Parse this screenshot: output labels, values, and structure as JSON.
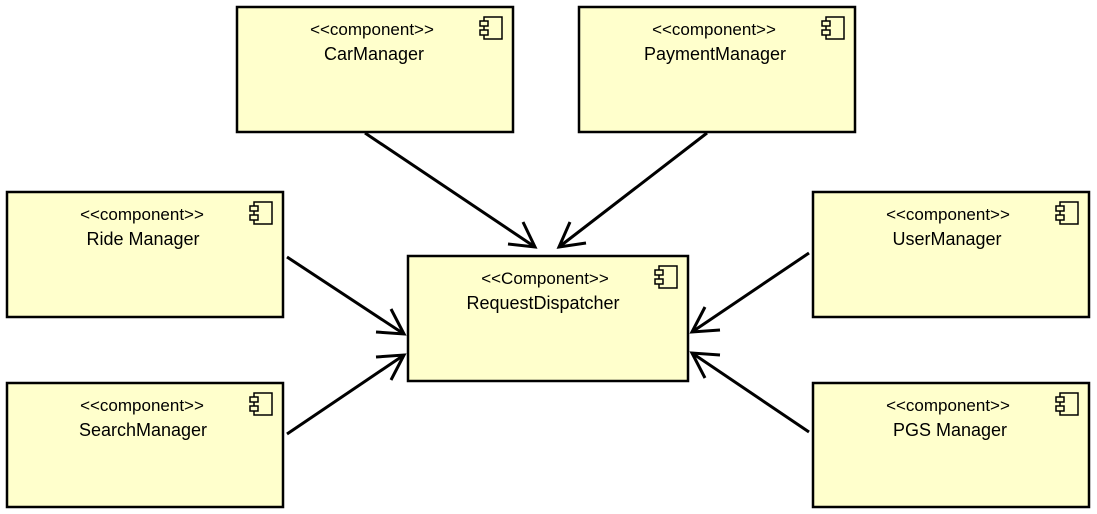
{
  "colors": {
    "box_fill": "#ffffcc",
    "stroke": "#000000",
    "background": "#ffffff"
  },
  "components": {
    "car_manager": {
      "stereotype": "<<component>>",
      "name": "CarManager"
    },
    "payment_manager": {
      "stereotype": "<<component>>",
      "name": "PaymentManager"
    },
    "ride_manager": {
      "stereotype": "<<component>>",
      "name": "Ride Manager"
    },
    "user_manager": {
      "stereotype": "<<component>>",
      "name": "UserManager"
    },
    "request_dispatcher": {
      "stereotype": "<<Component>>",
      "name": "RequestDispatcher"
    },
    "search_manager": {
      "stereotype": "<<component>>",
      "name": "SearchManager"
    },
    "pgs_manager": {
      "stereotype": "<<component>>",
      "name": "PGS Manager"
    }
  },
  "connections": [
    {
      "from": "CarManager",
      "to": "RequestDispatcher"
    },
    {
      "from": "PaymentManager",
      "to": "RequestDispatcher"
    },
    {
      "from": "Ride Manager",
      "to": "RequestDispatcher"
    },
    {
      "from": "SearchManager",
      "to": "RequestDispatcher"
    },
    {
      "from": "UserManager",
      "to": "RequestDispatcher"
    },
    {
      "from": "PGS Manager",
      "to": "RequestDispatcher"
    }
  ]
}
